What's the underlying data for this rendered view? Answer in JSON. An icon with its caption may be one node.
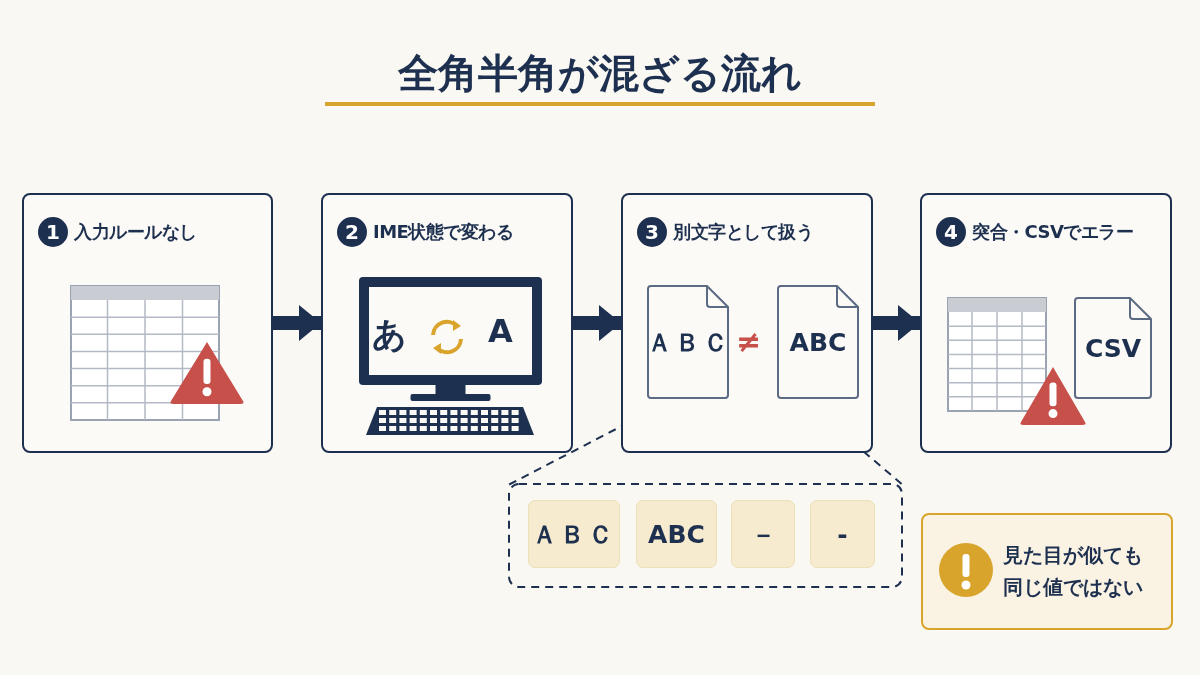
{
  "diagram": {
    "title": "全角半角が混ざる流れ",
    "nodes": [
      {
        "text": [
          "1",
          "入力ルールなし"
        ]
      },
      {
        "text": [
          "2",
          "IME状態で変わる"
        ]
      },
      {
        "text": [
          "3",
          "別文字として扱う"
        ]
      },
      {
        "text": [
          "ＡＢＣ"
        ],
        "in": 2
      },
      {
        "text": [
          "ABC"
        ],
        "in": 2
      },
      {
        "text": [
          "4",
          "突合・CSVでエラー"
        ]
      },
      {
        "text": [
          "CSV"
        ],
        "in": 5
      },
      {
        "text": [],
        "shape": "box"
      },
      {
        "text": [
          "ＡＢＣ"
        ],
        "in": 7
      },
      {
        "text": [
          "ABC"
        ],
        "in": 7
      },
      {
        "text": [
          "－"
        ],
        "in": 7
      },
      {
        "text": [
          "-"
        ],
        "in": 7
      },
      {
        "text": [
          "見た目が似ても同じ値ではない"
        ]
      }
    ],
    "edges": [
      {
        "from": 0,
        "to": 1,
        "arrow": "to"
      },
      {
        "from": 1,
        "to": 2,
        "arrow": "to"
      },
      {
        "from": 2,
        "to": 5,
        "arrow": "to"
      },
      {
        "from": 3,
        "to": 7,
        "arrow": "none",
        "style": "dashed"
      },
      {
        "from": 4,
        "to": 7,
        "arrow": "none",
        "style": "dashed"
      }
    ],
    "labels": [
      "あ",
      "A",
      "≠"
    ]
  }
}
